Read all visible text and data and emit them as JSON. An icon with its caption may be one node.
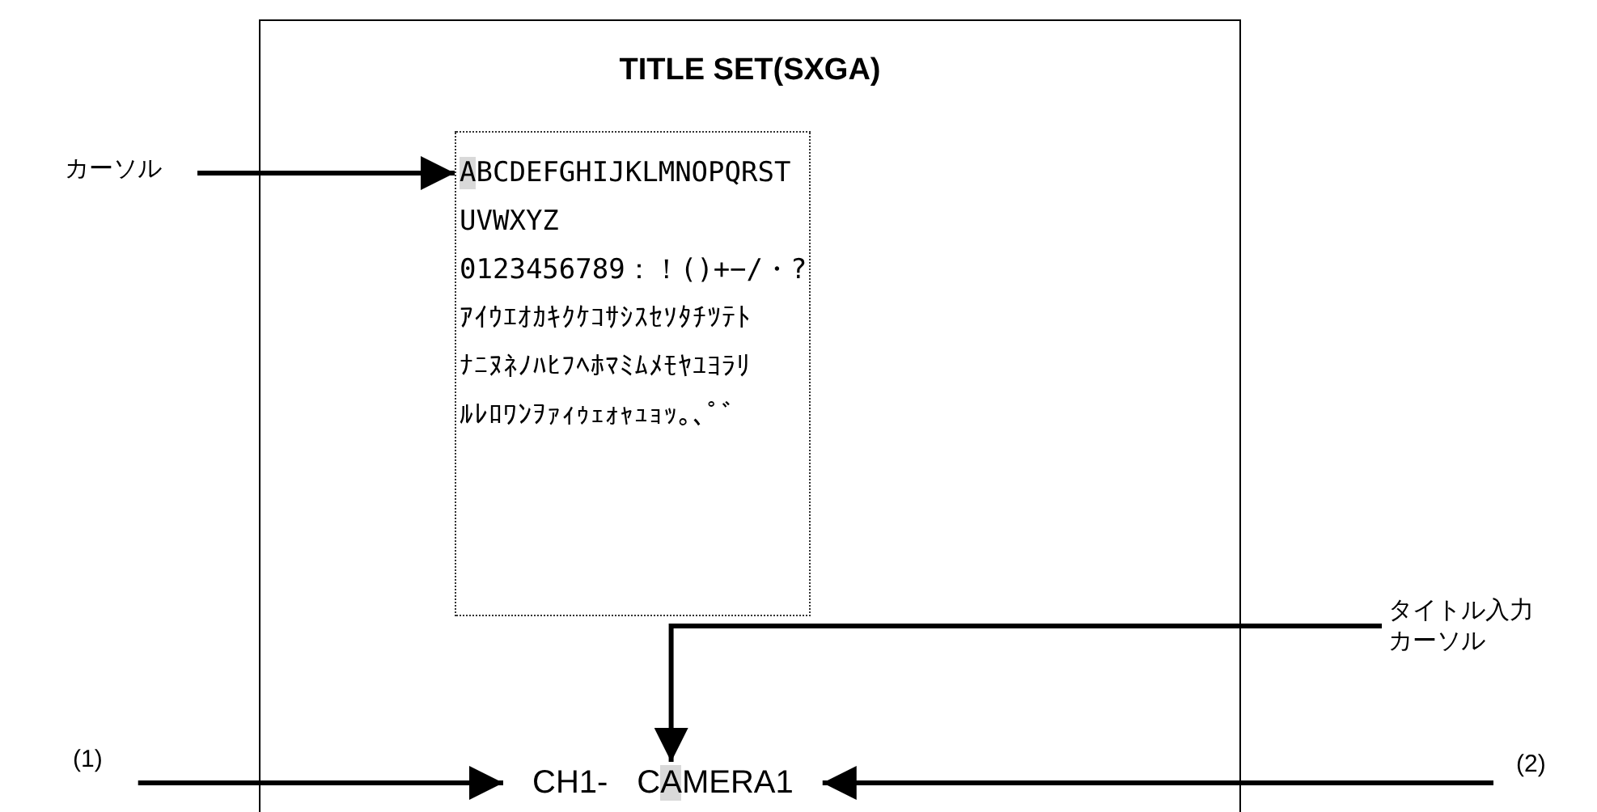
{
  "diagram": {
    "nodes": [
      {
        "text": [
          "TITLE SET(SXGA)"
        ]
      },
      {
        "text": [
          "ABCDEFGHIJKLMNOPQRST UVWXYZ",
          "0123456789：！()+−/・?",
          "ｱｲｳｴｵｶｷｸｹｺｻｼｽｾｿﾀﾁﾂﾃﾄ",
          "ﾅﾆﾇﾈﾉﾊﾋﾌﾍﾎﾏﾐﾑﾒﾓﾔﾕﾖﾗﾘ",
          "ﾙﾚﾛﾜﾝｦｧｨｩｪｫｬｭｮｯ｡､ﾟﾞ"
        ],
        "in": 0
      },
      {
        "text": [
          "カーソル"
        ]
      },
      {
        "text": [
          "(1)"
        ]
      },
      {
        "text": [
          "CH1-",
          "CAMERA1"
        ],
        "in": 0
      },
      {
        "text": [
          "タイトル入力カーソル"
        ]
      },
      {
        "text": [
          "(2)"
        ]
      }
    ],
    "edges": [
      {
        "from": 2,
        "to": 1,
        "arrow": "to"
      },
      {
        "from": 5,
        "to": 4,
        "arrow": "to"
      },
      {
        "from": 3,
        "to": 4,
        "arrow": "to"
      },
      {
        "from": 6,
        "to": 4,
        "arrow": "to"
      }
    ]
  }
}
